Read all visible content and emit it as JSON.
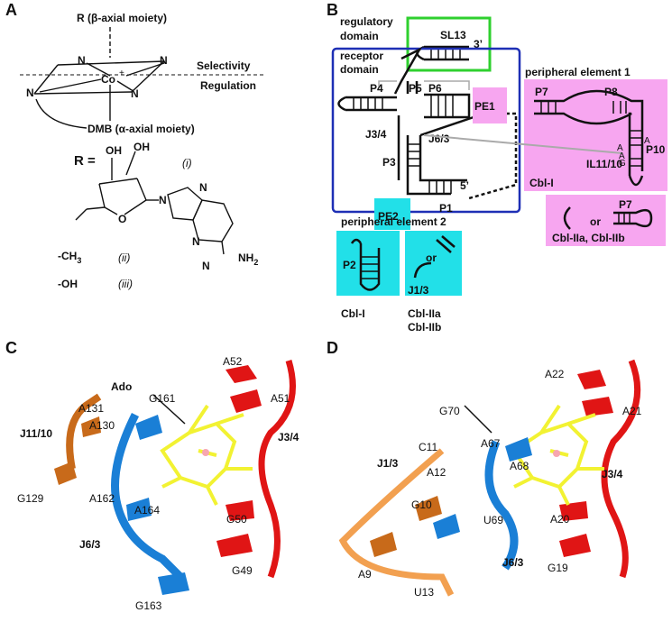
{
  "panels": {
    "a": {
      "letter": "A",
      "top_label": "R (β-axial moiety)",
      "bottom_label": "DMB (α-axial moiety)",
      "cobalt": "Co",
      "cobalt_charge": "+",
      "nitrogen": "N",
      "selectivity": "Selectivity",
      "regulation": "Regulation",
      "r_equals": "R =",
      "oh": "OH",
      "nh2": "NH",
      "nh2_sub": "2",
      "n_atom": "N",
      "o_atom": "O",
      "label_i": "(i)",
      "ch3": "-CH",
      "ch3_sub": "3",
      "label_ii": "(ii)",
      "oh_sub": "-OH",
      "label_iii": "(iii)"
    },
    "b": {
      "letter": "B",
      "regulatory": [
        "regulatory",
        "domain"
      ],
      "receptor": [
        "receptor",
        "domain"
      ],
      "sl13": "SL13",
      "three_prime": "3’",
      "five_prime": "5’",
      "p4": "P4",
      "p5": "P5",
      "p6": "P6",
      "j34": "J3/4",
      "j63": "J6/3",
      "p3": "P3",
      "p1": "P1",
      "pe1": "PE1",
      "pe2": "PE2",
      "peripheral1": "peripheral element 1",
      "p7": "P7",
      "p8": "P8",
      "p10": "P10",
      "il1110": "IL11/10",
      "loop_letters": [
        "A",
        "A",
        "A",
        "G"
      ],
      "cbl_i": "Cbl-I",
      "or": "or",
      "cbl_iia_iib": "Cbl-IIa, Cbl-IIb",
      "peripheral2": "peripheral element 2",
      "p2": "P2",
      "j13": "J1/3",
      "cbl_iia": "Cbl-IIa",
      "cbl_iib": "Cbl-IIb"
    },
    "c": {
      "letter": "C",
      "labels": {
        "a52": "A52",
        "a51": "A51",
        "ado": "Ado",
        "g161": "G161",
        "a131": "A131",
        "a130": "A130",
        "j1110": "J11/10",
        "g129": "G129",
        "a162": "A162",
        "a164": "A164",
        "j63": "J6/3",
        "g163": "G163",
        "g50": "G50",
        "g49": "G49",
        "j34": "J3/4"
      }
    },
    "d": {
      "letter": "D",
      "labels": {
        "a22": "A22",
        "a21": "A21",
        "g70": "G70",
        "a67": "A67",
        "c11": "C11",
        "j13": "J1/3",
        "a68": "A68",
        "a12": "A12",
        "j34": "J3/4",
        "g10": "G10",
        "u69": "U69",
        "a20": "A20",
        "j63": "J6/3",
        "g19": "G19",
        "a9": "A9",
        "u13": "U13"
      }
    }
  },
  "colors": {
    "box_blue": "#1e2fb5",
    "box_green": "#2fd02f",
    "cyan": "#22e0e8",
    "pink": "#f7a6f0",
    "red": "#e01515",
    "orange_dark": "#c86a1a",
    "orange_light": "#f2a050",
    "blue_strand": "#1a7fd6",
    "ligand": "#f2f232",
    "gray_line": "#aaaaaa"
  }
}
